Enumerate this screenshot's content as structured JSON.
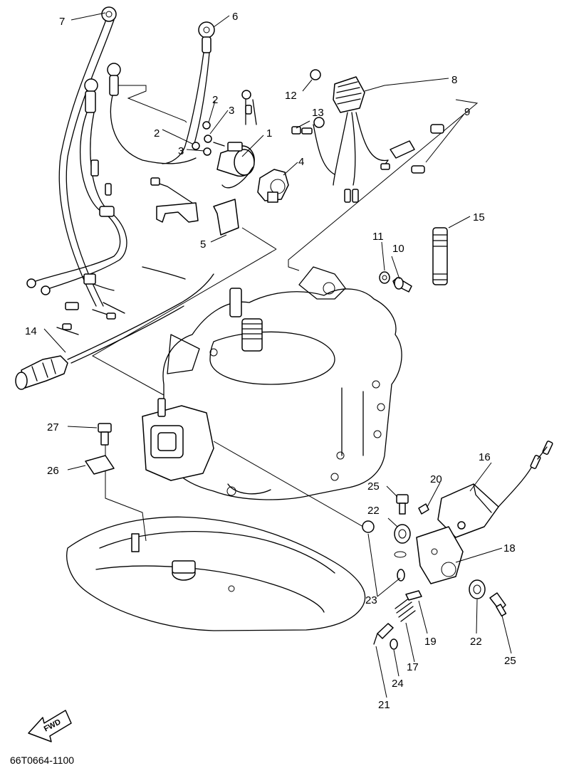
{
  "drawing_code": "66T0664-1100",
  "fwd_label": "FWD",
  "callouts": {
    "c1": "1",
    "c2a": "2",
    "c2b": "2",
    "c3a": "3",
    "c3b": "3",
    "c4": "4",
    "c5": "5",
    "c6": "6",
    "c7": "7",
    "c8": "8",
    "c9": "9",
    "c10": "10",
    "c11": "11",
    "c12": "12",
    "c13": "13",
    "c14": "14",
    "c15": "15",
    "c16": "16",
    "c17": "17",
    "c18": "18",
    "c19": "19",
    "c20": "20",
    "c21": "21",
    "c22a": "22",
    "c22b": "22",
    "c23": "23",
    "c24": "24",
    "c25a": "25",
    "c25b": "25",
    "c26": "26",
    "c27": "27"
  }
}
